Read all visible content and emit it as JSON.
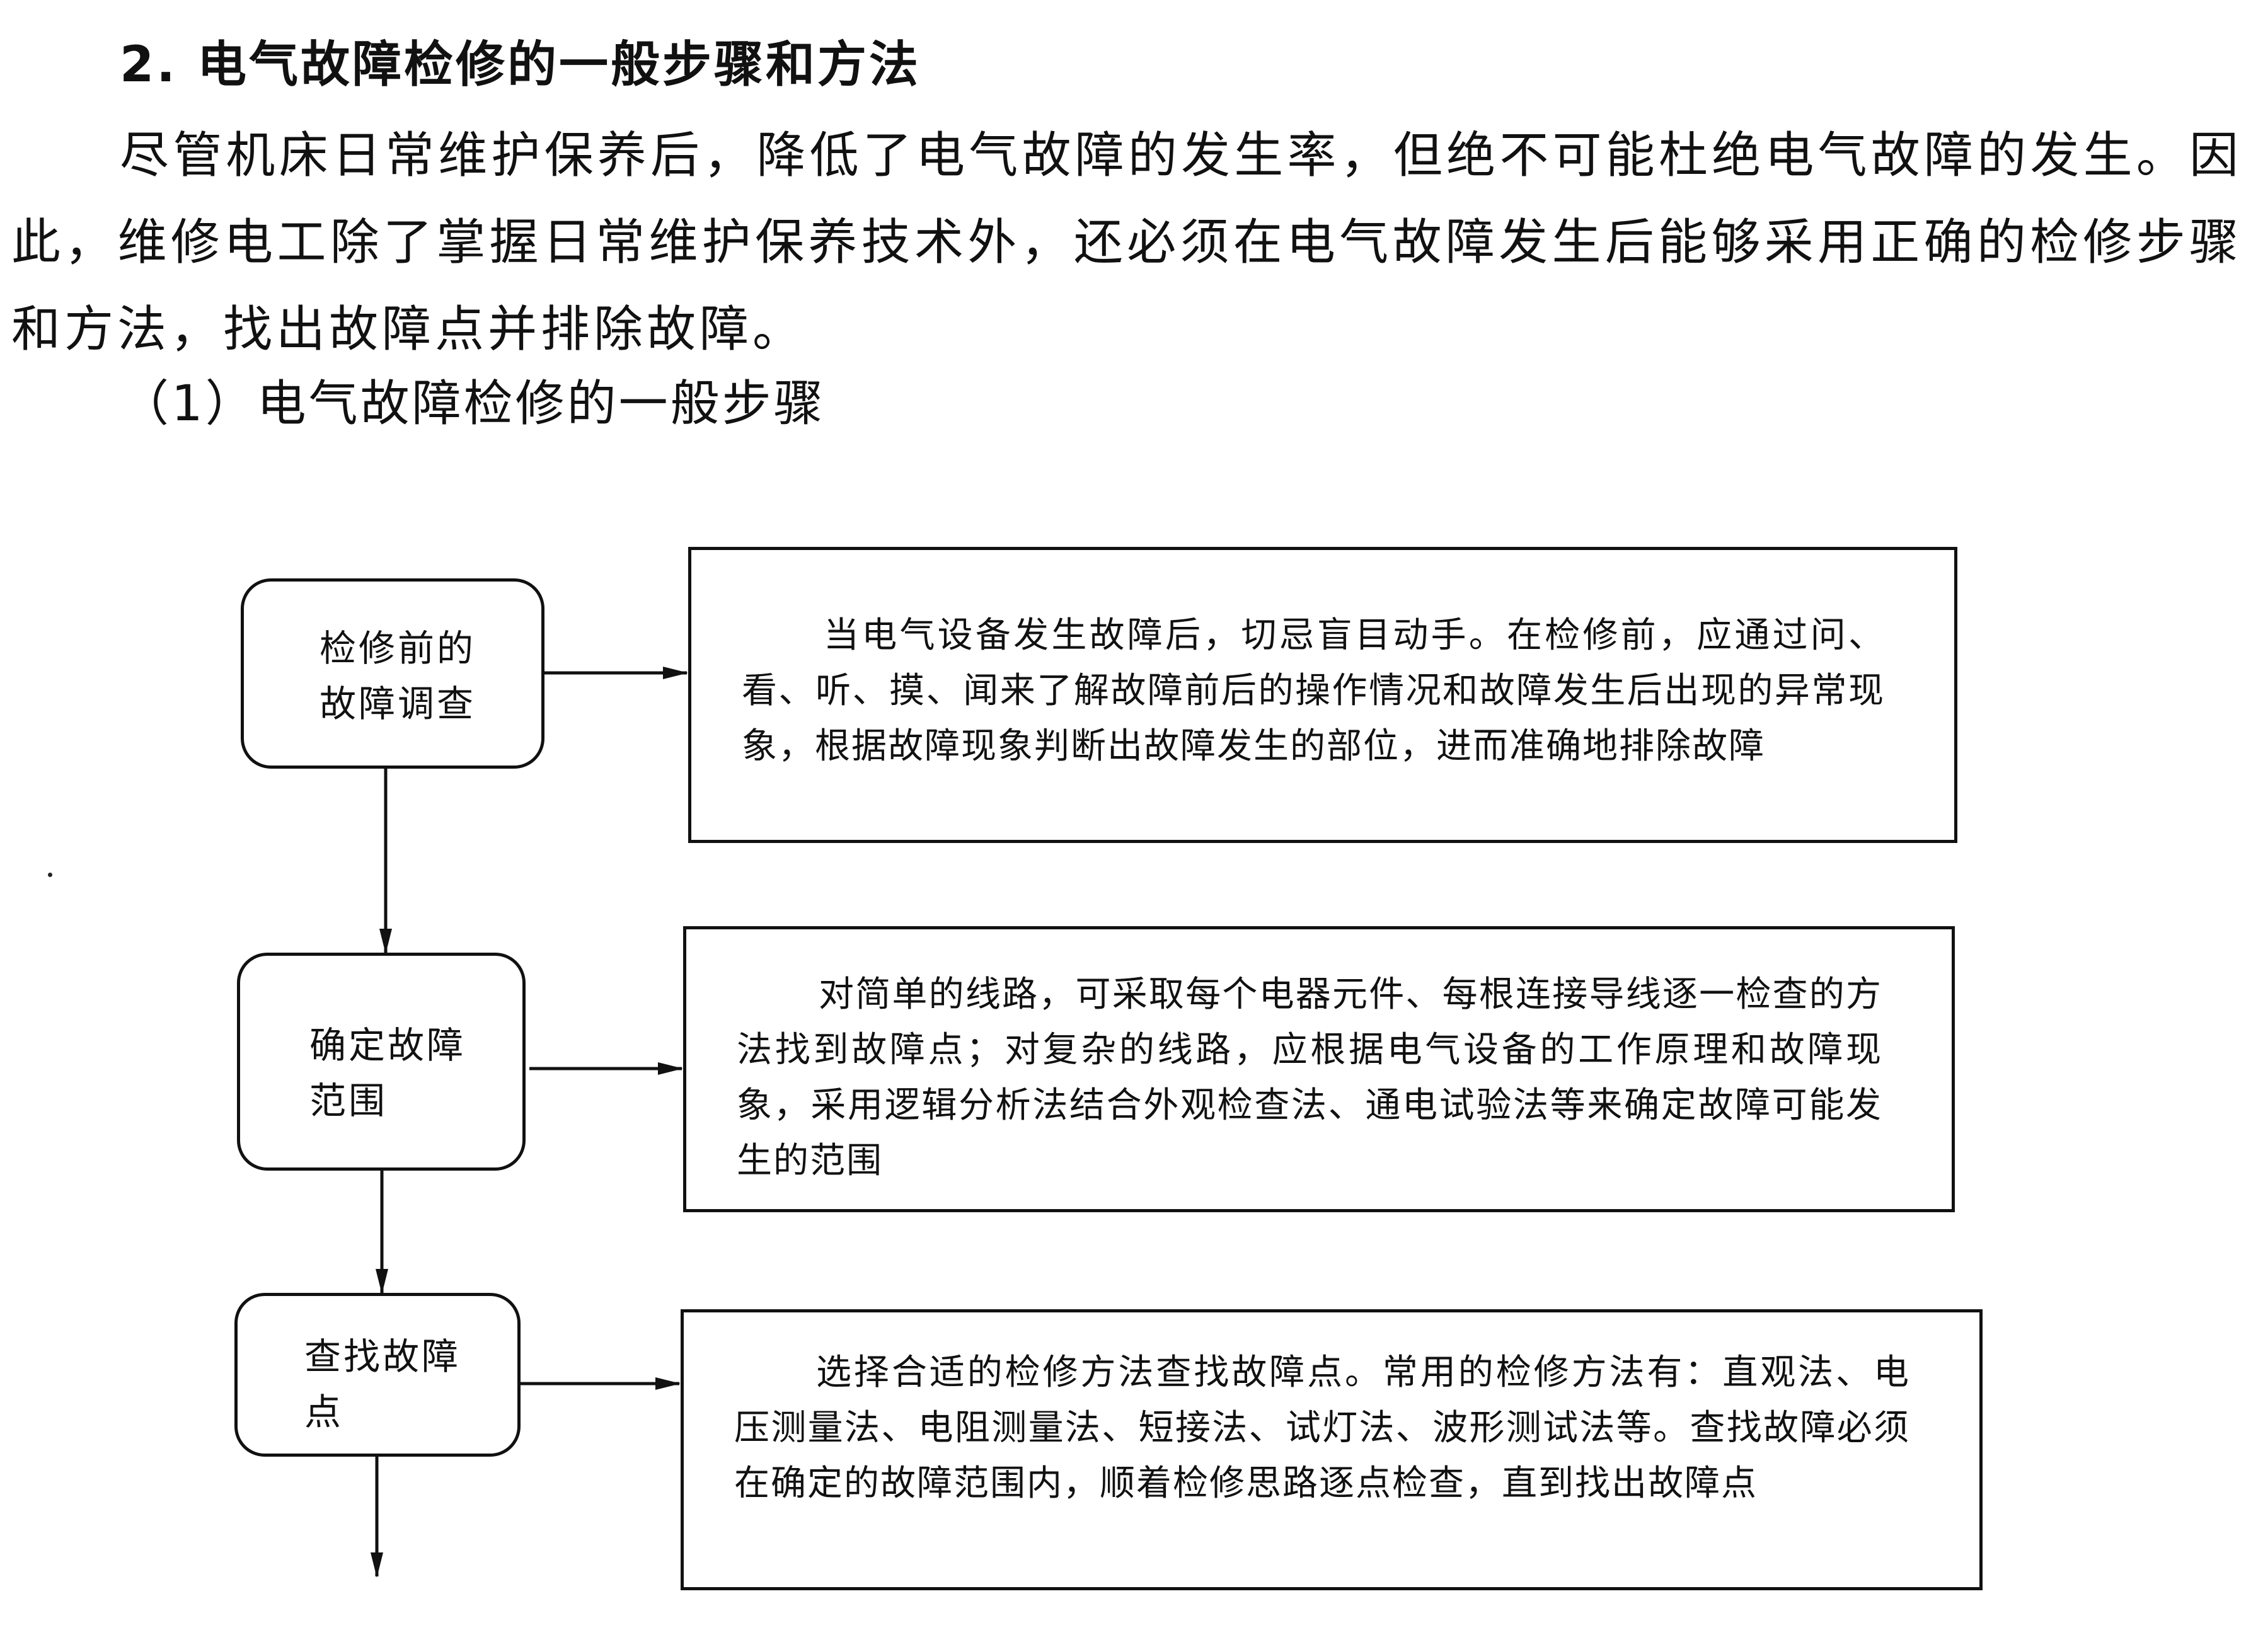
{
  "heading": "2. 电气故障检修的一般步骤和方法",
  "paragraph": "尽管机床日常维护保养后，降低了电气故障的发生率，但绝不可能杜绝电气故障的发生。因此，维修电工除了掌握日常维护保养技术外，还必须在电气故障发生后能够采用正确的检修步骤和方法，找出故障点并排除故障。",
  "subheading": "（1）电气故障检修的一般步骤",
  "steps": [
    {
      "line1": "检修前的",
      "line2": "故障调查",
      "description": "当电气设备发生故障后，切忌盲目动手。在检修前，应通过问、看、听、摸、闻来了解故障前后的操作情况和故障发生后出现的异常现象，根据故障现象判断出故障发生的部位，进而准确地排除故障"
    },
    {
      "line1": "确定故障",
      "line2": "范围",
      "description": "对简单的线路，可采取每个电器元件、每根连接导线逐一检查的方法找到故障点；对复杂的线路，应根据电气设备的工作原理和故障现象，采用逻辑分析法结合外观检查法、通电试验法等来确定故障可能发生的范围"
    },
    {
      "line1": "查找故障",
      "line2": "点",
      "description": "选择合适的检修方法查找故障点。常用的检修方法有：直观法、电压测量法、电阻测量法、短接法、试灯法、波形测试法等。查找故障必须在确定的故障范围内，顺着检修思路逐点检查，直到找出故障点"
    }
  ]
}
